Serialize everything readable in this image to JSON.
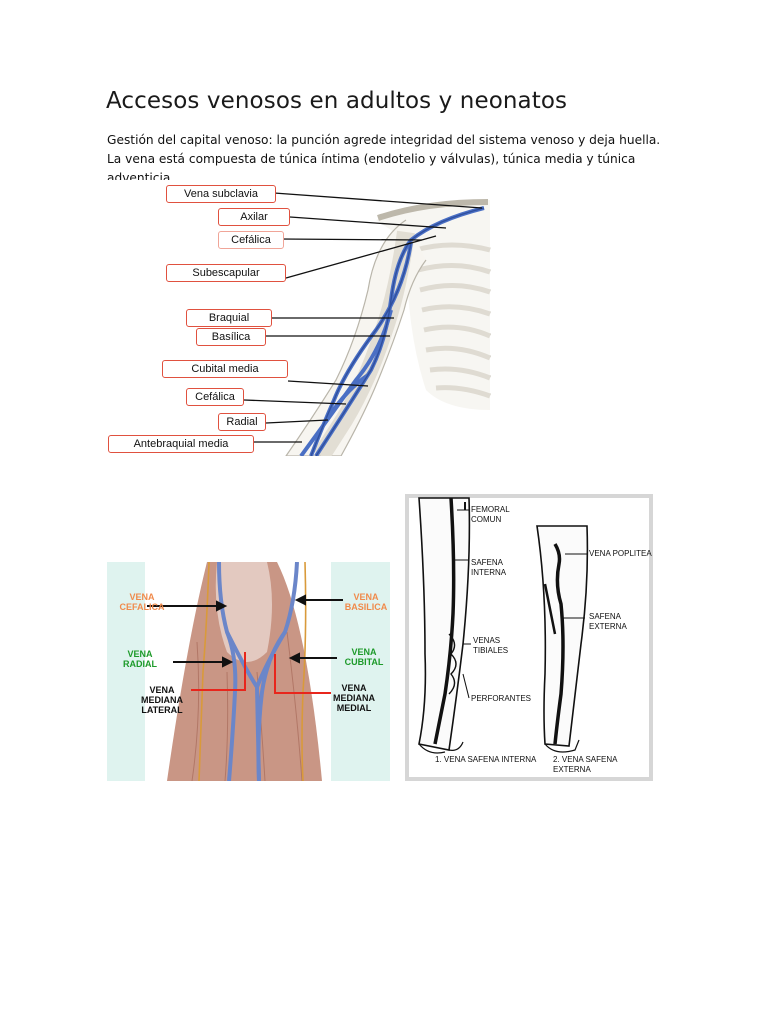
{
  "document": {
    "title": "Accesos venosos en adultos y neonatos",
    "intro": "Gestión del capital venoso: la punción agrede integridad del sistema venoso y deja huella. La vena está compuesta de túnica íntima (endotelio y válvulas), túnica media y túnica adventicia."
  },
  "arm_figure": {
    "labels": [
      "Vena subclavia",
      "Axilar",
      "Cefálica",
      "Subescapular",
      "Braquial",
      "Basílica",
      "Cubital media",
      "Cefálica",
      "Radial",
      "Antebraquial media"
    ]
  },
  "forearm_figure": {
    "vena_cefalica": [
      "VENA",
      "CEFALICA"
    ],
    "vena_basilica": [
      "VENA",
      "BASILICA"
    ],
    "vena_radial": [
      "VENA",
      "RADIAL"
    ],
    "vena_cubital": [
      "VENA",
      "CUBITAL"
    ],
    "vena_mediana_lateral": [
      "VENA",
      "MEDIANA",
      "LATERAL"
    ],
    "vena_mediana_medial": [
      "VENA",
      "MEDIANA",
      "MEDIAL"
    ]
  },
  "leg_figure": {
    "femoral_comun": [
      "FEMORAL",
      "COMUN"
    ],
    "safena_interna": [
      "SAFENA",
      "INTERNA"
    ],
    "venas_tibiales": [
      "VENAS",
      "TIBIALES"
    ],
    "perforantes": "PERFORANTES",
    "vena_poplitea": "VENA POPLITEA",
    "safena_externa": [
      "SAFENA",
      "EXTERNA"
    ],
    "caption_1": "1. VENA SAFENA INTERNA",
    "caption_2": "2. VENA SAFENA EXTERNA"
  }
}
